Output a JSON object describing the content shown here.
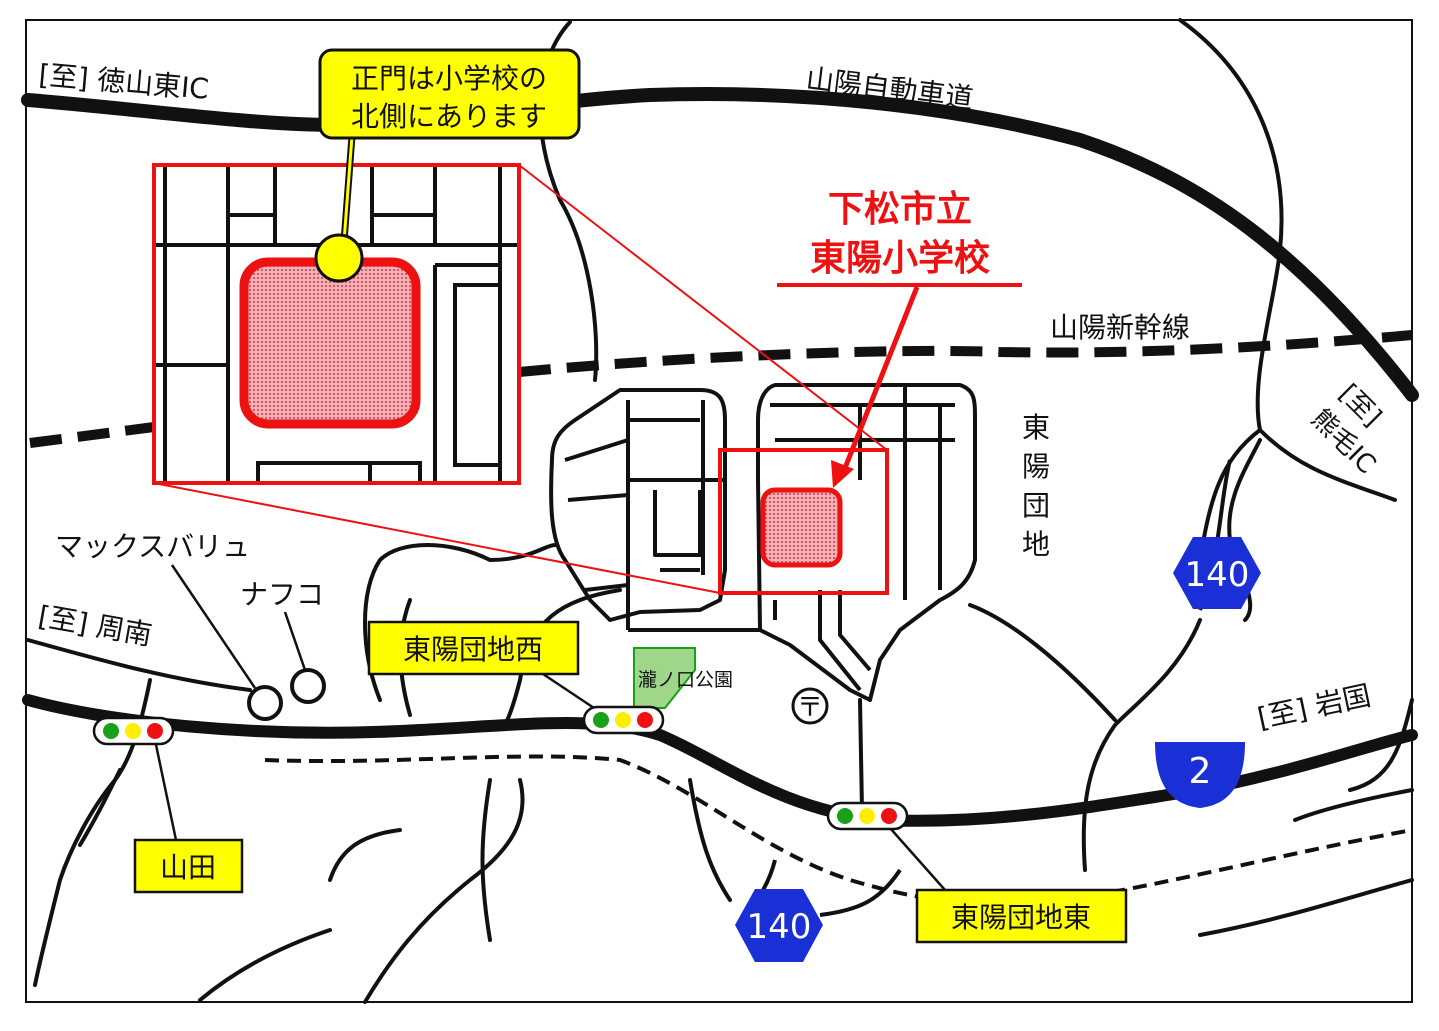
{
  "map": {
    "school_name_line1": "下松市立",
    "school_name_line2": "東陽小学校",
    "callout_line1": "正門は小学校の",
    "callout_line2": "北側にあります",
    "expressway": "山陽自動車道",
    "shinkansen": "山陽新幹線",
    "danchi": "東陽団地",
    "to_tokuyama": "[至] 徳山東IC",
    "to_shunan": "[至] 周南",
    "to_iwakuni": "[至] 岩国",
    "to_kumage_1": "[至]",
    "to_kumage_2": "熊毛IC",
    "store_1": "マックスバリュ",
    "store_2": "ナフコ",
    "park": "瀧ノ口公園",
    "post_office_symbol": "〒",
    "route_140": "140",
    "route_2": "2",
    "signal_yamada": "山田",
    "signal_west": "東陽団地西",
    "signal_east": "東陽団地東"
  },
  "colors": {
    "school_fill": "#e87a84",
    "highlight_red": "#ee1111",
    "callout_yellow": "#ffff00",
    "route_blue": "#1a2fd6",
    "park_green": "#9ed78a",
    "signal_green": "#19a019",
    "signal_yellow": "#ffee00",
    "signal_red": "#ee1111"
  }
}
